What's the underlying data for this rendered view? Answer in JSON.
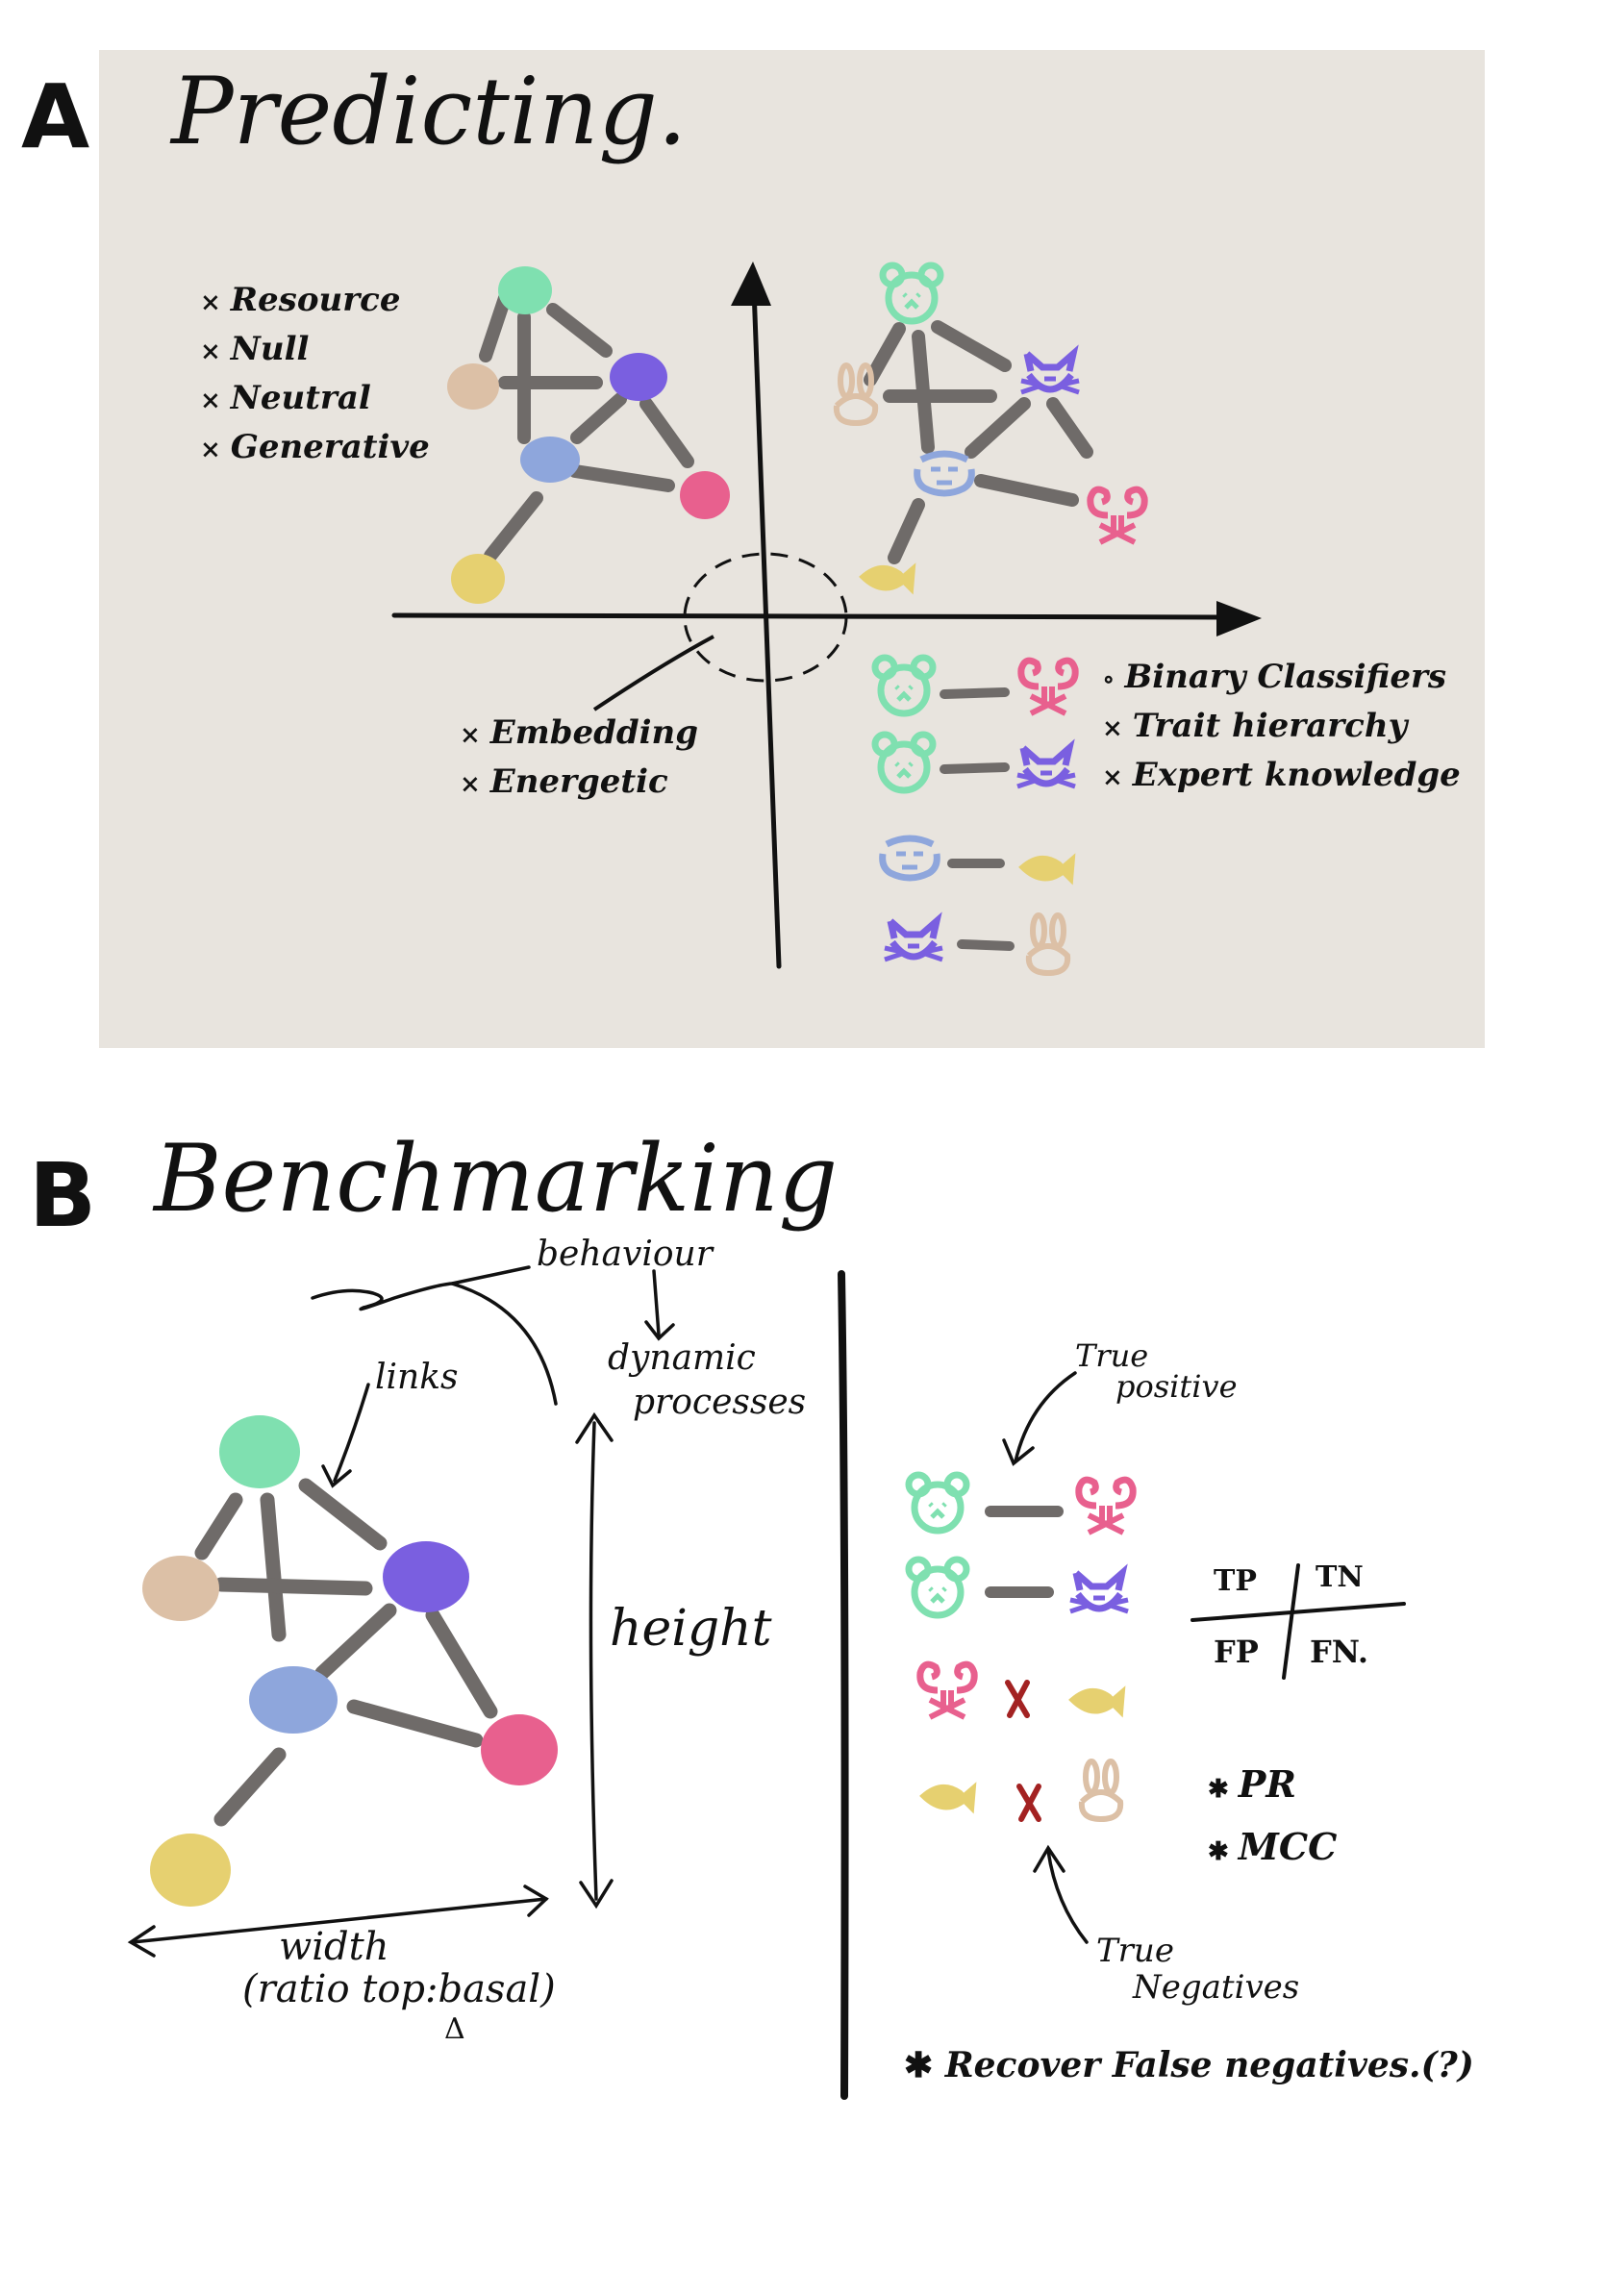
{
  "panel_a": {
    "letter": "A",
    "title": "Predicting.",
    "legend_items": [
      "Resource",
      "Null",
      "Neutral",
      "Generative"
    ],
    "embedding_items": [
      "Embedding",
      "Energetic"
    ],
    "classifier_items": [
      "Binary Classifiers",
      "Trait hierarchy",
      "Expert knowledge"
    ]
  },
  "panel_b": {
    "letter": "B",
    "title": "Benchmarking",
    "labels": {
      "behaviour": "behaviour",
      "dynamic": "dynamic",
      "processes": "processes",
      "links": "links",
      "height": "height",
      "width": "width",
      "ratio": "(ratio top:basal)",
      "delta": "Δ",
      "true": "True",
      "positive": "positive",
      "true_neg": "True",
      "negatives": "Negatives"
    },
    "confusion": {
      "tp": "TP",
      "tn": "TN",
      "fp": "FP",
      "fn": "FN."
    },
    "metrics": [
      "PR",
      "MCC"
    ],
    "note": "Recover False negatives.(?)"
  },
  "colors": {
    "panel_bg": "#e8e4de",
    "node_green": "#7fe0b0",
    "node_tan": "#dcc0a6",
    "node_purple": "#7a5fe0",
    "node_blue": "#8ea6dc",
    "node_pink": "#e8608e",
    "node_yellow": "#e6d070",
    "edge": "#6f6b69",
    "cross": "#a32222"
  }
}
